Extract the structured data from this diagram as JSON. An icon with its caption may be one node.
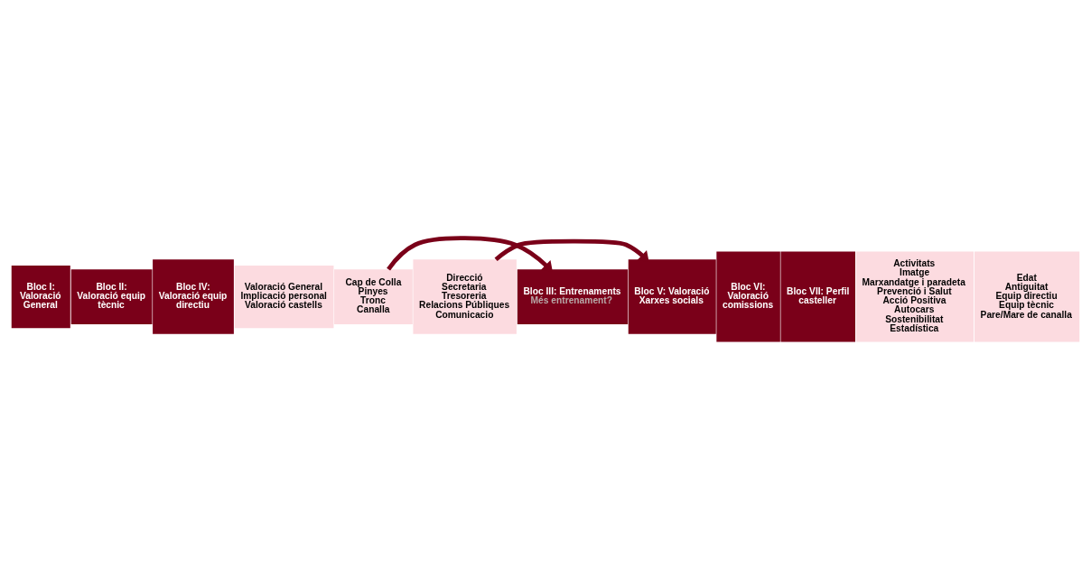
{
  "diagram": {
    "nodes": [
      {
        "text": [
          "Bloc I: Valoració General"
        ]
      },
      {
        "text": [
          "Valoració General",
          "Implicació personal",
          "Valoració castells"
        ]
      },
      {
        "text": [
          "Bloc VI: Valoració comissions"
        ]
      },
      {
        "text": [
          "Activitats",
          "Imatge",
          "Marxandatge i paradeta",
          "Prevenció i Salut",
          "Acció Positiva",
          "Autocars",
          "Sostenibilitat",
          "Estadística"
        ]
      },
      {
        "text": [
          "Bloc II: Valoració equip tècnic"
        ]
      },
      {
        "text": [
          "Cap de Colla",
          "Pinyes",
          "Tronc",
          "Canalla"
        ]
      },
      {
        "text": [
          "Bloc III: Entrenaments",
          "Més entrenament?"
        ]
      },
      {
        "text": [
          "Bloc VII: Perfil casteller"
        ]
      },
      {
        "text": [
          "Edat",
          "Antiguitat",
          "Equip directiu",
          "Equip tècnic",
          "Pare/Mare de canalla"
        ]
      },
      {
        "text": [
          "Bloc IV: Valoració equip directiu"
        ]
      },
      {
        "text": [
          "Direcció",
          "Secretaria",
          "Tresoreria",
          "Relacions Públiques",
          "Comunicacio"
        ]
      },
      {
        "text": [
          "Bloc V: Valoració Xarxes socials"
        ]
      }
    ],
    "edges": [
      {
        "from": 5,
        "to": 6,
        "arrow": "to"
      },
      {
        "from": 10,
        "to": 11,
        "arrow": "to"
      }
    ]
  }
}
